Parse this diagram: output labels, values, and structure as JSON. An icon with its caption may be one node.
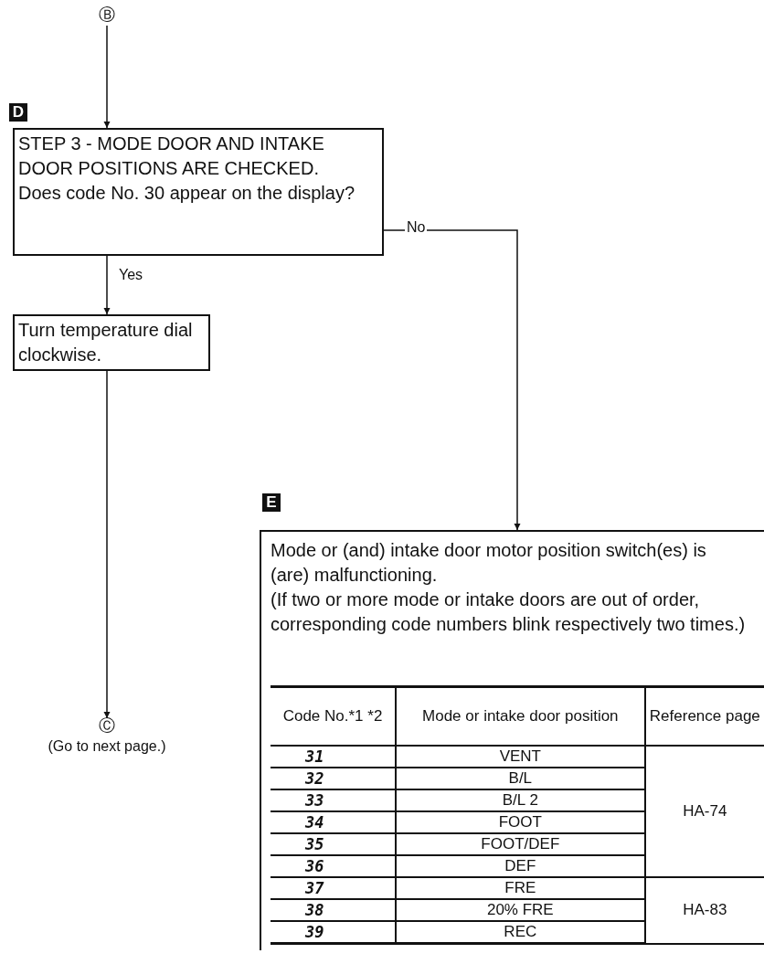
{
  "diagram": {
    "nodes": [
      {
        "text": [
          "Ⓑ"
        ]
      },
      {
        "text": [
          "D",
          "STEP 3 - MODE DOOR AND INTAKE DOOR POSITIONS ARE CHECKED.",
          "Does code No. 30 appear on the display?"
        ]
      },
      {
        "text": [
          "Turn temperature dial clockwise."
        ]
      },
      {
        "text": [
          "Ⓒ",
          "(Go to next page.)"
        ]
      },
      {
        "text": [
          "E",
          "Mode or (and) intake door motor position switch(es) is (are) malfunctioning.",
          "(If two or more mode or intake doors are out of order, corresponding code numbers blink respectively two times.)"
        ]
      }
    ],
    "edges": [
      {
        "from": 0,
        "to": 1,
        "arrow": "to"
      },
      {
        "from": 1,
        "to": 2,
        "arrow": "to",
        "label": "Yes"
      },
      {
        "from": 1,
        "to": 4,
        "arrow": "to",
        "label": "No"
      },
      {
        "from": 2,
        "to": 3,
        "arrow": "to"
      }
    ],
    "labels": [
      "Code No.*1 *2",
      "Mode or intake door position",
      "Reference page",
      "31",
      "VENT",
      "HA-74",
      "32",
      "B/L",
      "33",
      "B/L 2",
      "34",
      "FOOT",
      "35",
      "FOOT/DEF",
      "36",
      "DEF",
      "37",
      "FRE",
      "38",
      "20% FRE",
      "HA-83",
      "39",
      "REC"
    ]
  }
}
